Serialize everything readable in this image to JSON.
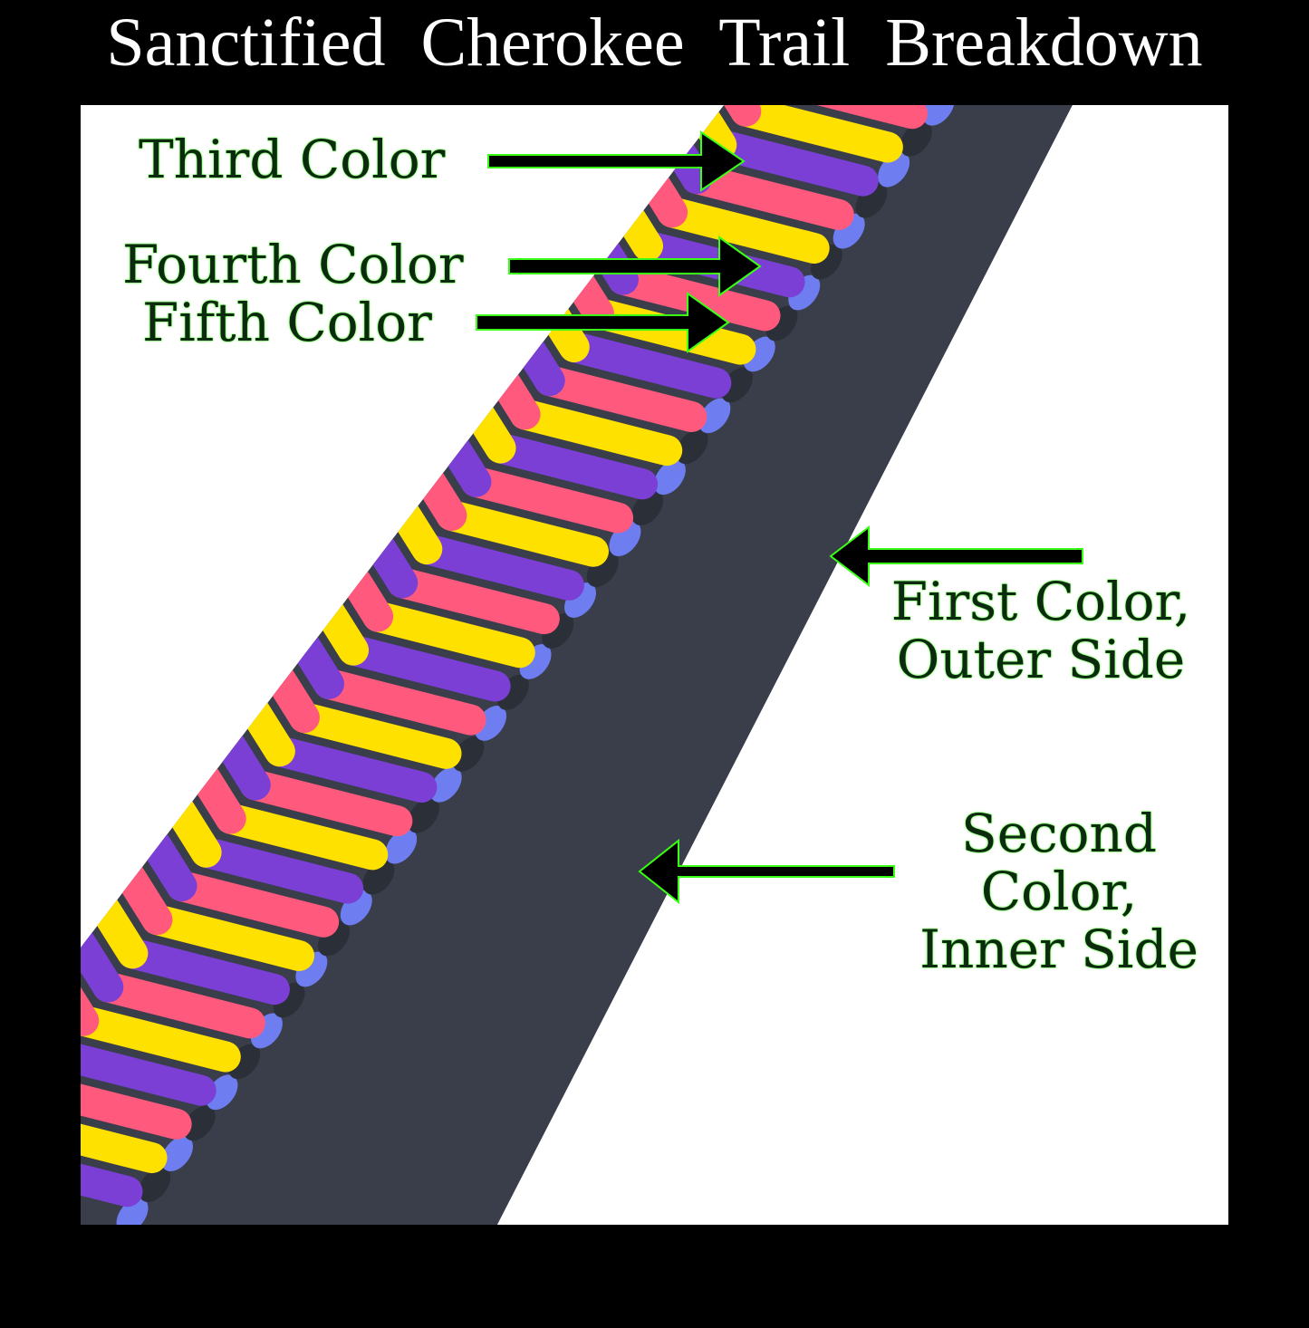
{
  "title": "Sanctified Cherokee Trail Breakdown",
  "labels": {
    "third": "Third Color",
    "fourth": "Fourth Color",
    "fifth": "Fifth Color",
    "first_line1": "First Color,",
    "first_line2": "Outer Side",
    "second_line1": "Second",
    "second_line2": "Color,",
    "second_line3": "Inner Side"
  },
  "colors": {
    "background": "#000000",
    "panel": "#ffffff",
    "label_text": "#0d2a10",
    "label_glow": "#39ff14",
    "cord_first_outer": "#2b2f38",
    "cord_second_inner": "#6e7ef0",
    "cord_third": "#7b3fd6",
    "cord_fourth": "#ffe100",
    "cord_fifth": "#ff5a7e"
  }
}
